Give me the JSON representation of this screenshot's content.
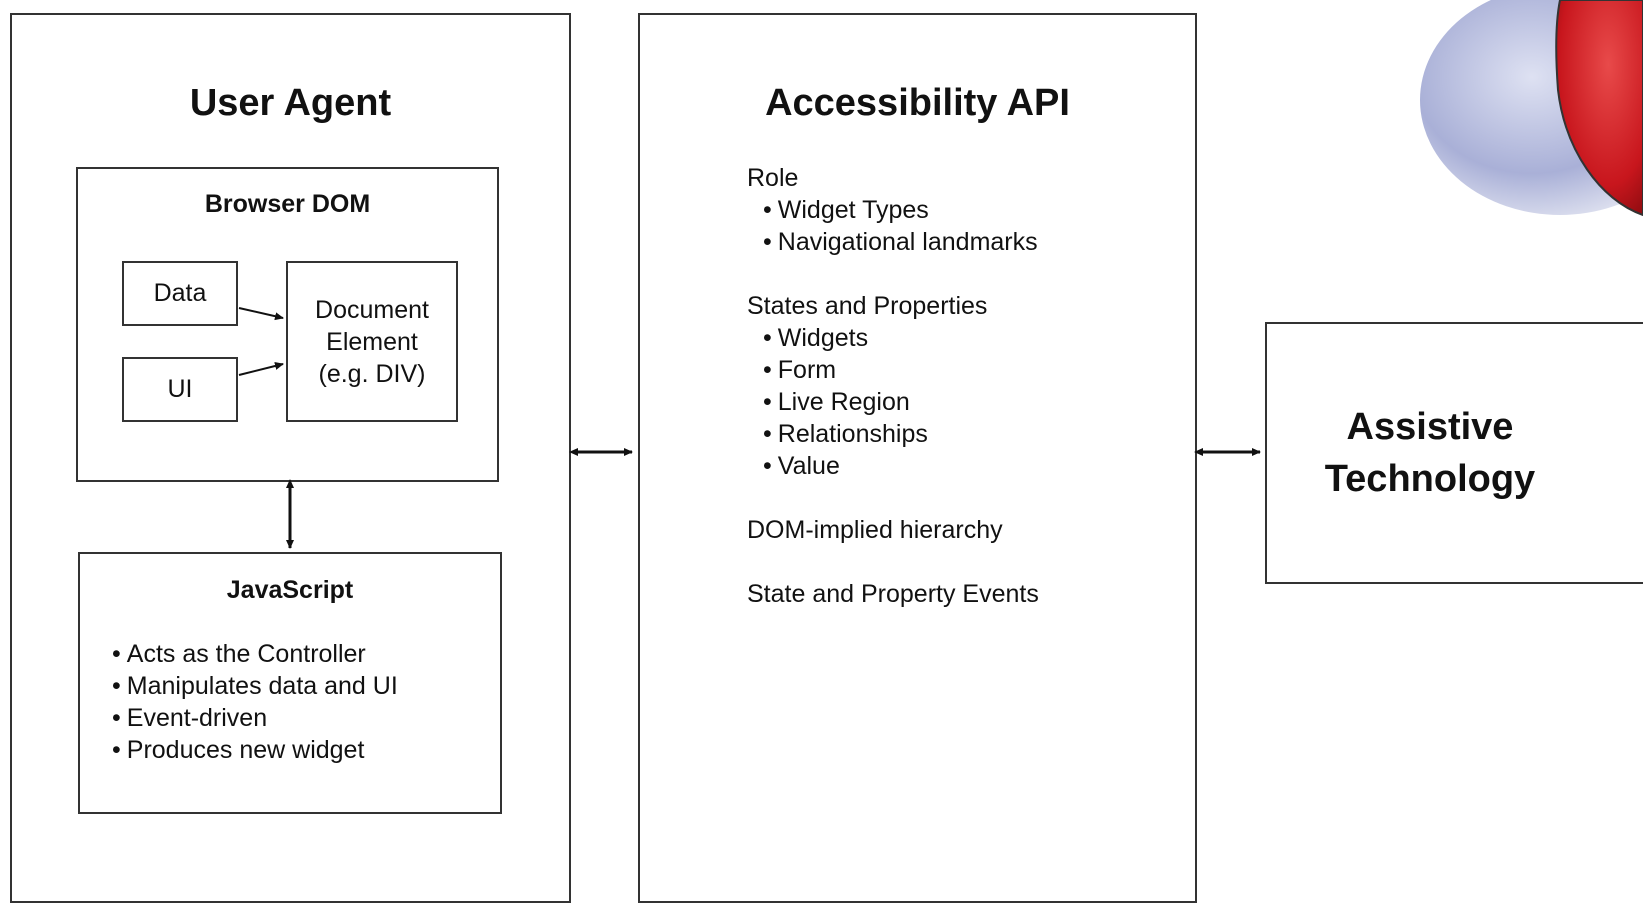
{
  "user_agent": {
    "title": "User Agent",
    "browser_dom": {
      "title": "Browser DOM",
      "data_label": "Data",
      "ui_label": "UI",
      "document_element": [
        "Document",
        "Element",
        "(e.g. DIV)"
      ]
    },
    "javascript": {
      "title": "JavaScript",
      "items": [
        "Acts as the Controller",
        "Manipulates data and UI",
        "Event-driven",
        "Produces new widget"
      ]
    }
  },
  "accessibility_api": {
    "title": "Accessibility API",
    "role": {
      "heading": "Role",
      "items": [
        "Widget Types",
        "Navigational landmarks"
      ]
    },
    "states": {
      "heading": "States and Properties",
      "items": [
        "Widgets",
        "Form",
        "Live Region",
        "Relationships",
        "Value"
      ]
    },
    "dom_hierarchy": "DOM-implied hierarchy",
    "events": "State and Property Events"
  },
  "assistive_technology": {
    "title_line1": "Assistive",
    "title_line2": "Technology"
  },
  "colors": {
    "border": "#333333",
    "logo_red": "#c8161d",
    "logo_blue": "#8a93c8"
  }
}
